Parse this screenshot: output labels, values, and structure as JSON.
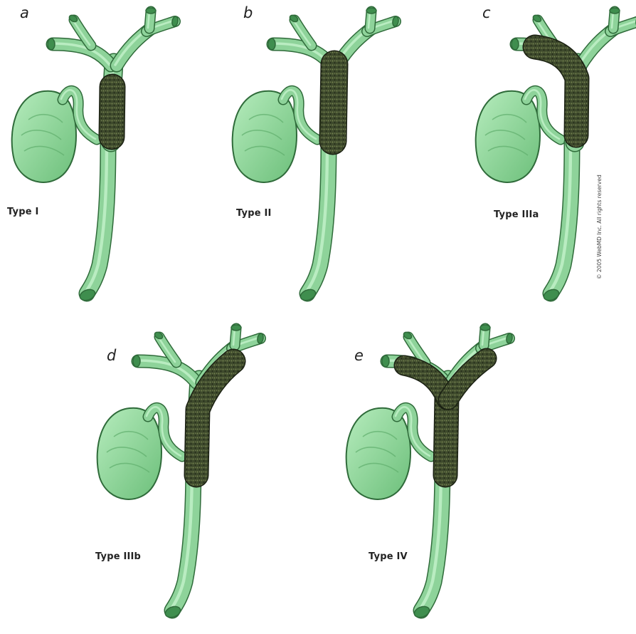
{
  "figure": {
    "copyright": "© 2005 WebMD Inc. All rights reserved",
    "colors": {
      "duct": "#8ed39a",
      "duct_edge": "#2f6b3a",
      "tumor": "#3e4a2c",
      "background": "#ffffff"
    },
    "panels": [
      {
        "letter": "a",
        "type_label": "Type I"
      },
      {
        "letter": "b",
        "type_label": "Type II"
      },
      {
        "letter": "c",
        "type_label": "Type IIIa"
      },
      {
        "letter": "d",
        "type_label": "Type IIIb"
      },
      {
        "letter": "e",
        "type_label": "Type IV"
      }
    ]
  }
}
